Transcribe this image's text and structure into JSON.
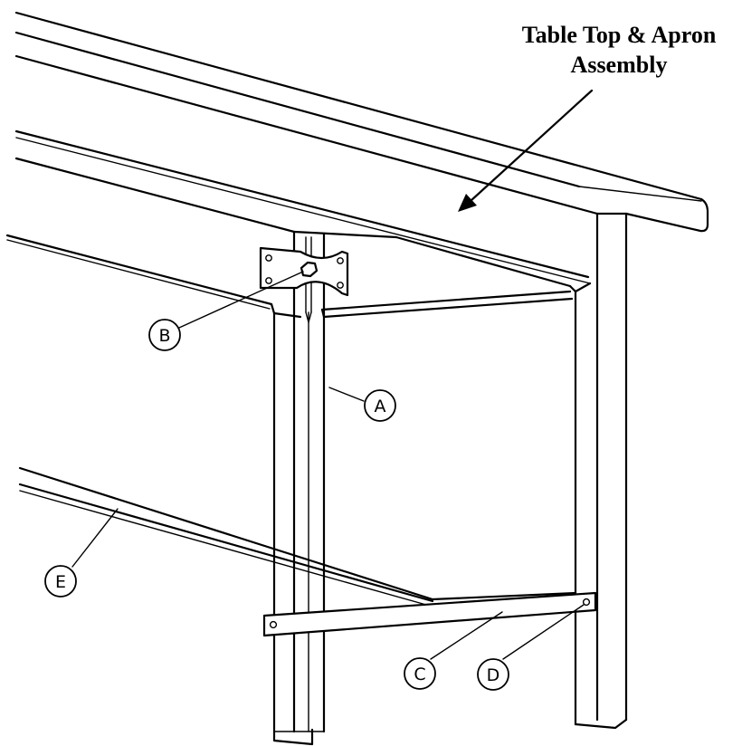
{
  "title": {
    "line1": "Table Top & Apron",
    "line2": "Assembly"
  },
  "callouts": {
    "a": "A",
    "b": "B",
    "c": "C",
    "d": "D",
    "e": "E"
  }
}
